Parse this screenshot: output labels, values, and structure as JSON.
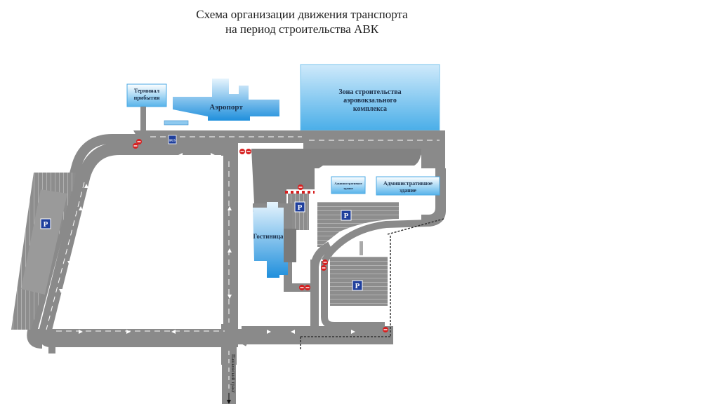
{
  "title": {
    "line1": "Схема организации движения транспорта",
    "line2": "на период строительства АВК"
  },
  "labels": {
    "terminal_line1": "Терминал",
    "terminal_line2": "прибытия",
    "airport": "Аэропорт",
    "zone_line1": "Зона строительства",
    "zone_line2": "аэровокзального",
    "zone_line3": "комплекса",
    "admin_small_line1": "Административное",
    "admin_small_line2": "здание",
    "admin_large_line1": "Административное",
    "admin_large_line2": "здание",
    "hotel": "Гостиница",
    "road_name": "Пашковский тракт",
    "parking_symbol": "P",
    "bus_symbol": "BUS"
  },
  "colors": {
    "road": "#8a8a8a",
    "road_light": "#b4b4b4",
    "building_blue": "#3aa0e0",
    "building_light": "#d8eefb",
    "zone_blue": "#59b7ea",
    "parking_sign": "#1f3f9c",
    "no_entry_sign": "#d62020"
  }
}
